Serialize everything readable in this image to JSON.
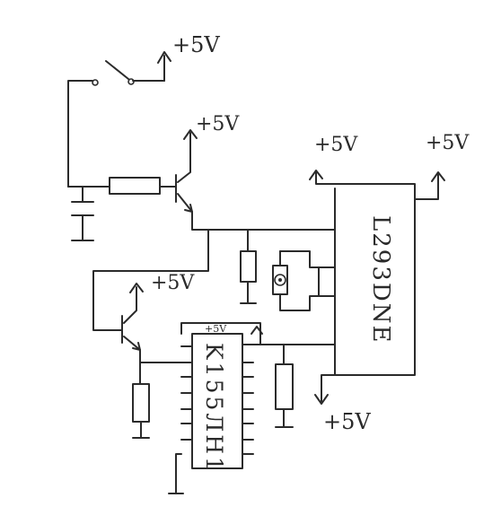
{
  "labels": {
    "switch_supply": "+5V",
    "transistor1_supply": "+5V",
    "driver_supply_left": "+5V",
    "driver_supply_right": "+5V",
    "transistor2_supply": "+5V",
    "logic_chip_supply": "+5V",
    "driver_bottom_supply": "+5V"
  },
  "chips": {
    "driver": "L293DNE",
    "logic": "K155ЛН1"
  }
}
